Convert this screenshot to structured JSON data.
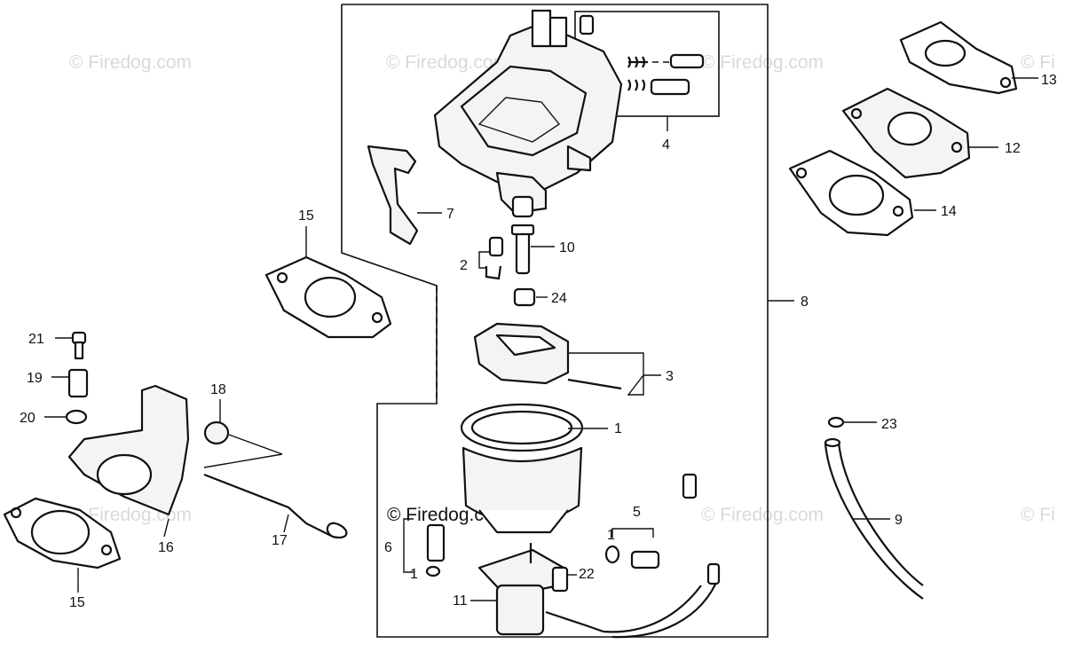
{
  "watermark": {
    "text": "© Firedog.com",
    "partial": "© Fi",
    "center": "© Firedog.com"
  },
  "callouts": {
    "c1": "1",
    "c1b": "1",
    "c2": "2",
    "c3": "3",
    "c4": "4",
    "c5": "5",
    "c6": "6",
    "c7": "7",
    "c8": "8",
    "c9": "9",
    "c10": "10",
    "c11": "11",
    "c12": "12",
    "c13": "13",
    "c14": "14",
    "c15a": "15",
    "c15b": "15",
    "c16": "16",
    "c17": "17",
    "c18": "18",
    "c19": "19",
    "c20": "20",
    "c21": "21",
    "c22": "22",
    "c23": "23",
    "c24": "24",
    "c1c": "1"
  }
}
